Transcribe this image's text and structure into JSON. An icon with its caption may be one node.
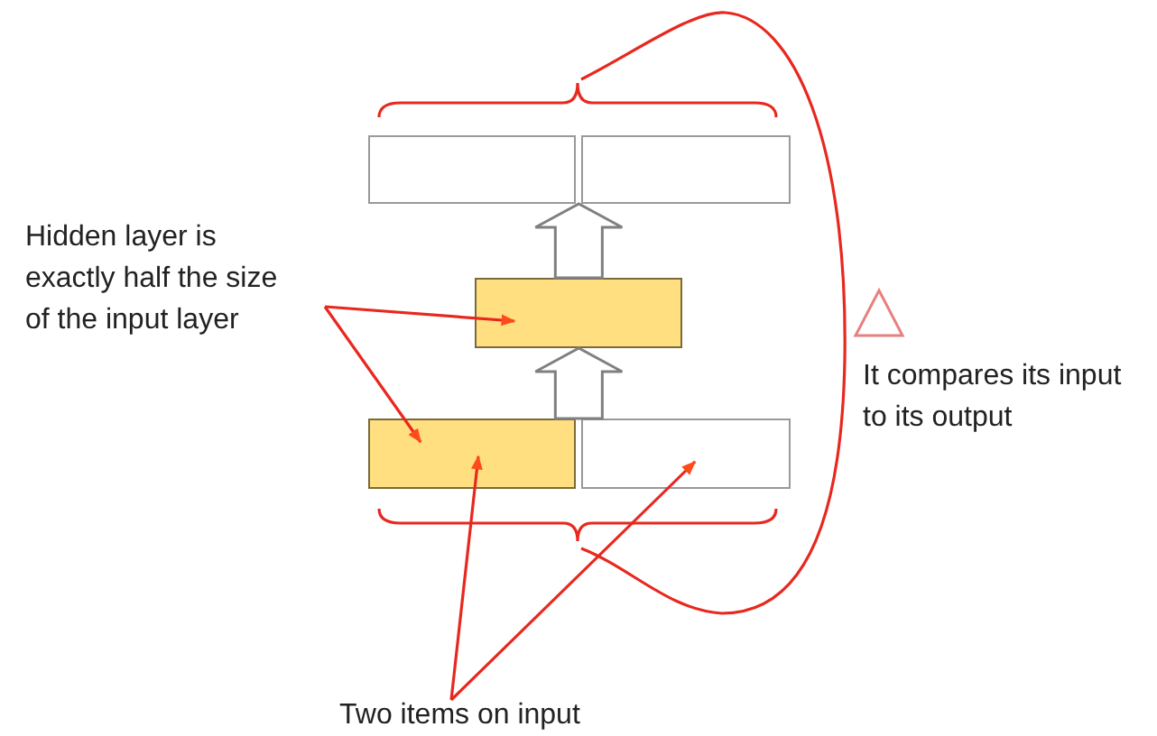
{
  "diagram": {
    "nodes": [
      {
        "text": [],
        "shape": "box"
      },
      {
        "text": [],
        "shape": "box"
      },
      {
        "text": [
          "Hidden layer is exactly half the size of the input layer"
        ]
      },
      {
        "text": [],
        "shape": "box"
      },
      {
        "text": [],
        "shape": "box"
      },
      {
        "text": [],
        "shape": "box"
      },
      {
        "text": [
          "It compares its input to its output"
        ]
      },
      {
        "text": [
          "Two items on input"
        ]
      }
    ],
    "edges": [
      {
        "from": 4,
        "to": 3,
        "arrow": "to",
        "style": "thick",
        "color": "#808080"
      },
      {
        "from": 5,
        "to": 3,
        "arrow": "to",
        "style": "thick",
        "color": "#808080"
      },
      {
        "from": 3,
        "to": 0,
        "arrow": "to",
        "style": "thick",
        "color": "#808080"
      },
      {
        "from": 3,
        "to": 1,
        "arrow": "to",
        "style": "thick",
        "color": "#808080"
      },
      {
        "from": 2,
        "to": 3,
        "arrow": "to"
      },
      {
        "from": 2,
        "to": 4,
        "arrow": "to"
      },
      {
        "from": 7,
        "to": 4,
        "arrow": "to"
      },
      {
        "from": 7,
        "to": 5,
        "arrow": "to"
      }
    ]
  }
}
